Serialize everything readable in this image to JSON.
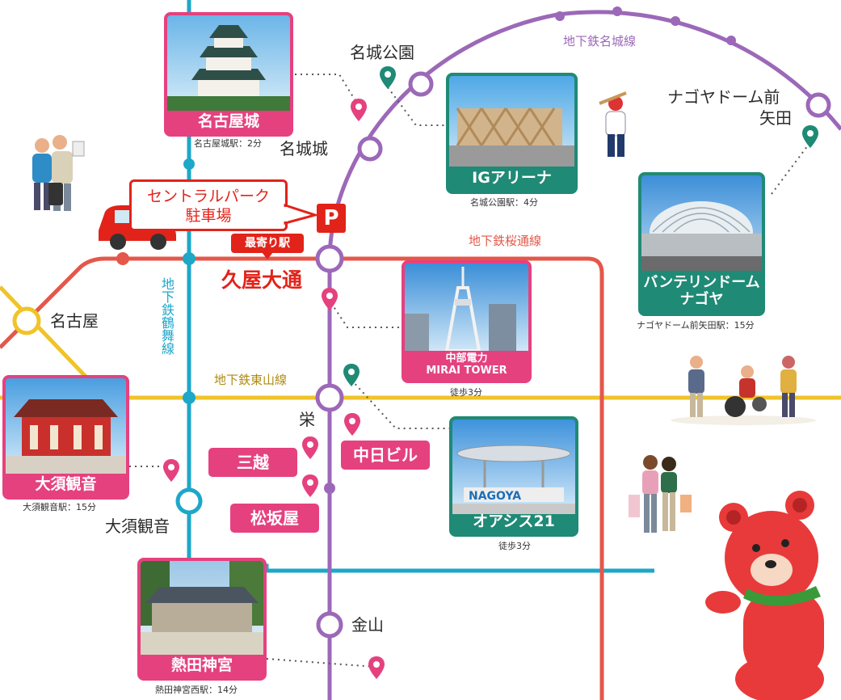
{
  "lines": {
    "meijo": {
      "label": "地下鉄名城線",
      "color": "#9c68b8"
    },
    "sakuradori": {
      "label": "地下鉄桜通線",
      "color": "#e5574a"
    },
    "higashiyama": {
      "label": "地下鉄東山線",
      "color": "#f0c328"
    },
    "tsurumai": {
      "label": "地下鉄鶴舞線",
      "color": "#1da7c9"
    }
  },
  "stations": {
    "meijokoen": "名城公園",
    "nagoyajo": "名城城",
    "nagoyadome": "ナゴヤドーム前",
    "yada": "矢田",
    "nagoya": "名古屋",
    "sakae": "栄",
    "osukannon": "大須観音",
    "kanayama": "金山"
  },
  "parking": {
    "bubble_line1": "セントラルパーク",
    "bubble_line2": "駐車場",
    "p_mark": "P",
    "nearest_label": "最寄り駅",
    "nearest_station": "久屋大通"
  },
  "spots": {
    "nagoya_castle": {
      "name": "名古屋城",
      "access": "名古屋城駅：2分"
    },
    "ig_arena": {
      "name": "IGアリーナ",
      "access": "名城公園駅：4分"
    },
    "vantelin_dome": {
      "name_line1": "バンテリンドーム",
      "name_line2": "ナゴヤ",
      "access": "ナゴヤドーム前矢田駅：15分"
    },
    "mirai_tower": {
      "name_line1": "中部電力",
      "name_line2": "MIRAI TOWER",
      "access": "徒歩3分"
    },
    "oasis21": {
      "name": "オアシス21",
      "access": "徒歩3分"
    },
    "osu_kannon": {
      "name": "大須観音",
      "access": "大須観音駅：15分"
    },
    "atsuta_jingu": {
      "name": "熱田神宮",
      "access": "熱田神宮西駅：14分"
    }
  },
  "shops": {
    "chunichi": "中日ビル",
    "mitsukoshi": "三越",
    "matsuzakaya": "松坂屋"
  },
  "colors": {
    "pink": "#e5417f",
    "teal": "#1f8a76",
    "red": "#e2231a"
  }
}
